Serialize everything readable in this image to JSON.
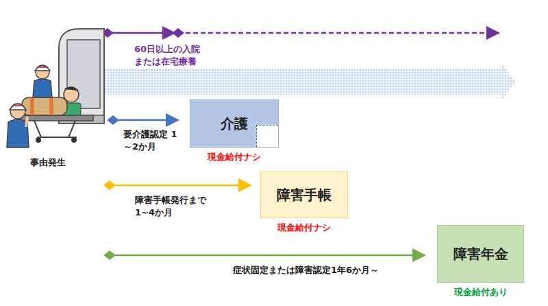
{
  "diagram": {
    "nodes": [
      {
        "text": [
          "介護",
          "現金給付ナシ"
        ]
      },
      {
        "text": [
          "障害手帳",
          "現金給付ナシ"
        ]
      },
      {
        "text": [
          "障害年金",
          "現金給付あり"
        ]
      }
    ],
    "labels": [
      "60日以上の入院 または在宅療養",
      "要介護認定 1～2か月",
      "障害手帳発行まで 1~4か月",
      "症状固定または障害認定1年6か月～",
      "事由発生"
    ]
  }
}
